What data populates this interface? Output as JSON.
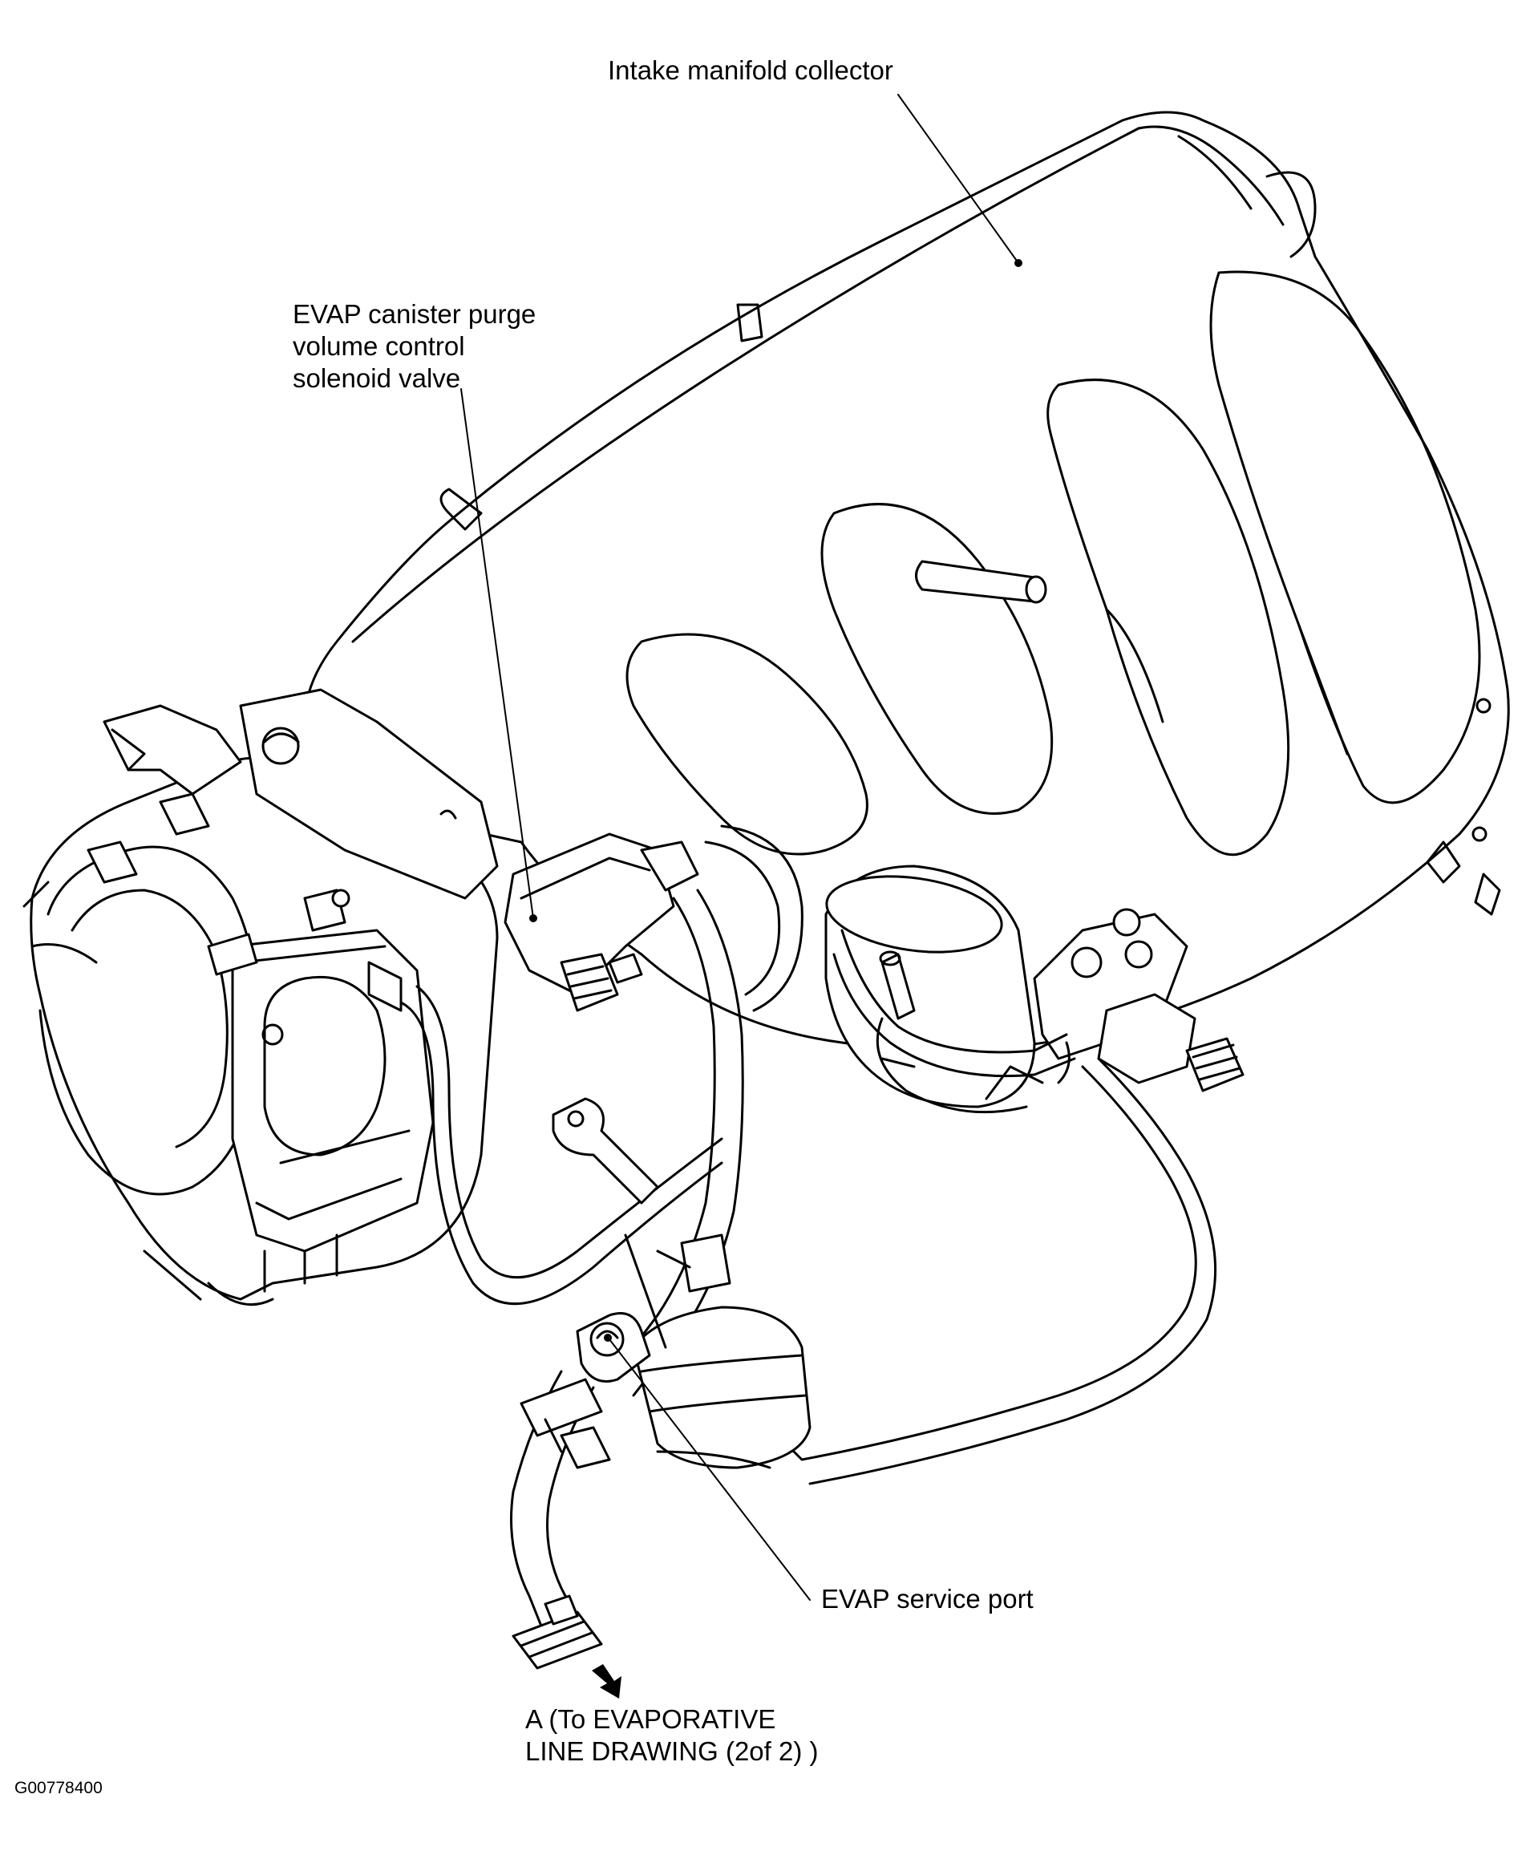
{
  "labels": {
    "intake": "Intake manifold collector",
    "evap_valve": "EVAP canister purge\nvolume control\nsolenoid valve",
    "service_port": "EVAP service port",
    "to_line": "A (To EVAPORATIVE\nLINE DRAWING (2of 2) )",
    "figure_code": "G00778400"
  },
  "colors": {
    "ink": "#000000",
    "paper": "#ffffff"
  }
}
